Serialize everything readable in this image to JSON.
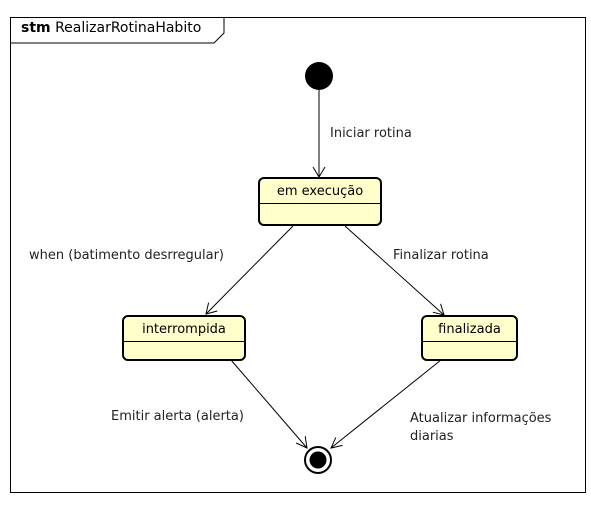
{
  "diagram": {
    "kind_label": "stm",
    "name": "RealizarRotinaHabito"
  },
  "states": {
    "em_execucao": "em execução",
    "interrompida": "interrompida",
    "finalizada": "finalizada"
  },
  "transitions": {
    "start_to_exec": "Iniciar rotina",
    "exec_to_interrompida": "when (batimento desrregular)",
    "exec_to_finalizada": "Finalizar rotina",
    "interrompida_to_end": "Emitir alerta (alerta)",
    "finalizada_to_end_line1": "Atualizar informações",
    "finalizada_to_end_line2": "diarias"
  },
  "colors": {
    "state_fill": "#ffffcc",
    "line": "#000000"
  }
}
